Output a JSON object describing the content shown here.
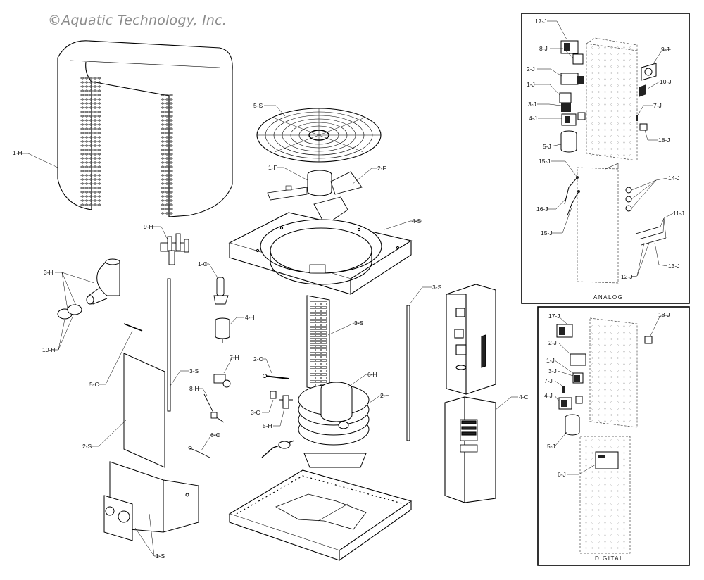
{
  "copyright": "©Aquatic Technology, Inc.",
  "panels": {
    "analog_caption": "ANALOG",
    "digital_caption": "DIGITAL"
  },
  "labels": {
    "l_1H": "1-H",
    "l_5S": "5-S",
    "l_1F": "1-F",
    "l_2F": "2-F",
    "l_4S": "4-S",
    "l_9H": "9-H",
    "l_1C": "1-C",
    "l_3H": "3-H",
    "l_10H": "10-H",
    "l_4H": "4-H",
    "l_3S_center": "3-S",
    "l_3S_right": "3-S",
    "l_5C": "5-C",
    "l_3S_left": "3-S",
    "l_7H": "7-H",
    "l_2C": "2-C",
    "l_6H": "6-H",
    "l_8H": "8-H",
    "l_3C": "3-C",
    "l_2H": "2-H",
    "l_5H": "5-H",
    "l_2S": "2-S",
    "l_6C": "6-C",
    "l_4C": "4-C",
    "l_1S": "1-S",
    "a_17J": "17-J",
    "a_8J": "8-J",
    "a_9J": "9-J",
    "a_2J": "2-J",
    "a_10J": "10-J",
    "a_1J": "1-J",
    "a_3J": "3-J",
    "a_7J": "7-J",
    "a_4J": "4-J",
    "a_18J": "18-J",
    "a_5J": "5-J",
    "a_15J_top": "15-J",
    "a_14J": "14-J",
    "a_16J": "16-J",
    "a_11J": "11-J",
    "a_15J_bot": "15-J",
    "a_12J": "12-J",
    "a_13J": "13-J",
    "d_17J": "17-J",
    "d_18J": "18-J",
    "d_2J": "2-J",
    "d_1J": "1-J",
    "d_3J": "3-J",
    "d_7J": "7-J",
    "d_4J": "4-J",
    "d_5J": "5-J",
    "d_6J": "6-J"
  }
}
